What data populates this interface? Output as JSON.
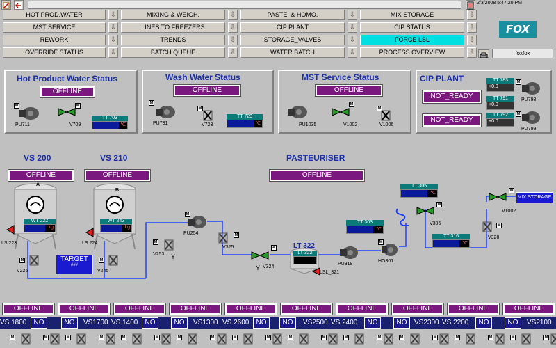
{
  "toolbar": {
    "datetime": "2/3/2008 5:47:20 PM",
    "user": "foxfox",
    "logo": "FOX"
  },
  "nav": {
    "col1": [
      "HOT PROD.WATER",
      "MST SERVICE",
      "REWORK",
      "OVERRIDE STATUS"
    ],
    "col2": [
      "MIXING & WEIGH.",
      "LINES TO FREEZERS",
      "TRENDS",
      "BATCH QUEUE"
    ],
    "col3": [
      "PASTE. & HOMO.",
      "CIP PLANT",
      "STORAGE_VALVES",
      "WATER BATCH"
    ],
    "col4": [
      "MIX STORAGE",
      "CIP STATUS",
      "FORCE LSL",
      "PROCESS OVERVIEW"
    ]
  },
  "panels": {
    "hot_water": {
      "title": "Hot Product Water Status",
      "status": "OFFLINE",
      "pump": "PU711",
      "valve": "V709",
      "tt_label": "TT 703"
    },
    "wash_water": {
      "title": "Wash Water Status",
      "status": "OFFLINE",
      "pump": "PU731",
      "valve": "V723",
      "tt_label": "TT 723"
    },
    "mst": {
      "title": "MST Service Status",
      "status": "OFFLINE",
      "pump": "PU1035",
      "valve1": "V1002",
      "valve2": "V1006"
    },
    "cip": {
      "title": "CIP PLANT",
      "status1": "NOT_READY",
      "status2": "NOT_READY",
      "tt1_label": "TT 783",
      "tt1_val": "+0.0",
      "tt2_label": "TT 791",
      "tt2_val": "+0.0",
      "tt3_label": "TT 792",
      "tt3_val": "+0.0",
      "pump1": "PU798",
      "pump2": "PU799"
    }
  },
  "process": {
    "vs200": {
      "title": "VS 200",
      "status": "OFFLINE",
      "wt_label": "WT 222",
      "unit": "kg",
      "ls": "LS 223",
      "valve": "V225",
      "tank_tag": "A"
    },
    "vs210": {
      "title": "VS 210",
      "status": "OFFLINE",
      "wt_label": "WT 242",
      "unit": "kg",
      "ls": "LS 224",
      "valve": "V245",
      "tank_tag": "B"
    },
    "target": {
      "label": "TARGET",
      "value": "###"
    },
    "pasteuriser": {
      "title": "PASTEURISER",
      "status": "OFFLINE"
    },
    "valves": {
      "v253": "V253",
      "v325": "V325",
      "v324": "V324",
      "v306": "V306",
      "v328": "V328",
      "v1002": "V1002"
    },
    "pumps": {
      "pu254": "PU254",
      "pu318": "PU318",
      "ho301": "HO301"
    },
    "tt305": "TT 305",
    "tt303": "TT 303",
    "tt316": "TT 316",
    "lt322": "LT 322",
    "lt322b": "LT 322",
    "lsl321": "LSL_321",
    "mix_storage": "MIX STORAGE",
    "y1": "Y",
    "y2": "Y",
    "a_tag": "A"
  },
  "bottom": {
    "status": "OFFLINE",
    "vs_labels": [
      "VS 1800",
      "VS1700",
      "VS 1400",
      "VS1300",
      "VS 2600",
      "VS2500",
      "VS 2400",
      "VS2300",
      "VS 2200",
      "VS2100"
    ],
    "no_label": "NO"
  },
  "colors": {
    "offline": "#7a1880",
    "tt_label": "#0d7a7a",
    "title": "#1a2ea8",
    "pipe": "#2040ff"
  }
}
